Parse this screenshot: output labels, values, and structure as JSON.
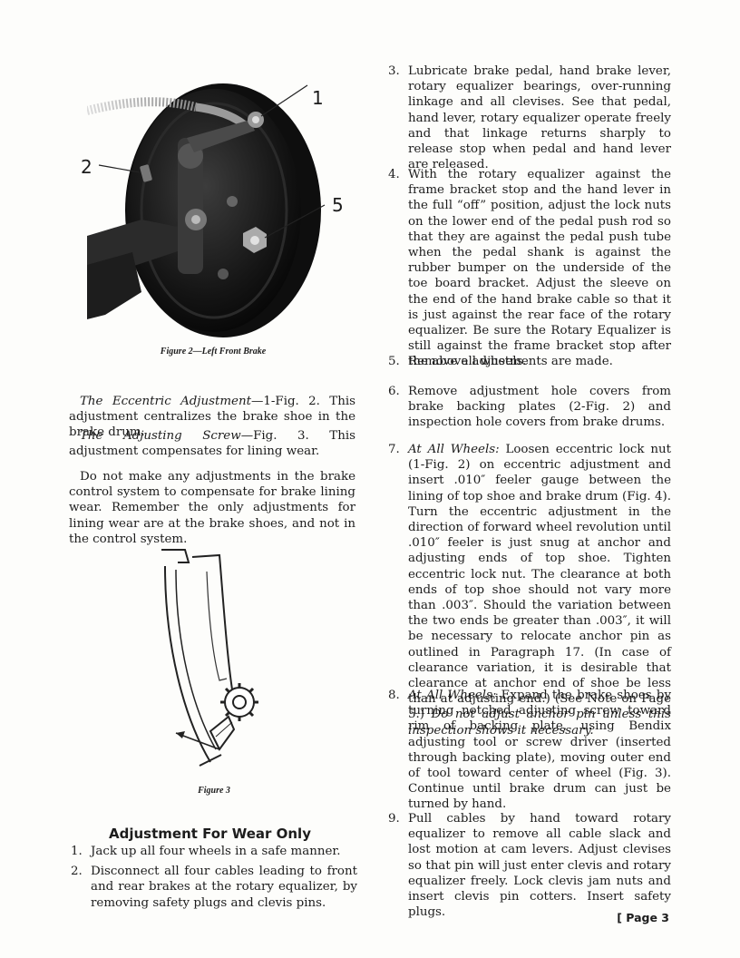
{
  "figure2": {
    "caption": "Figure 2—Left Front Brake",
    "callouts": [
      "1",
      "2",
      "5"
    ]
  },
  "figure3": {
    "caption": "Figure 3"
  },
  "left_paragraphs": {
    "eccentric_label": "The Eccentric Adjustment",
    "eccentric_text": "—1-Fig. 2. This adjustment centralizes the brake shoe in the brake drum.",
    "screw_label": "The Adjusting Screw",
    "screw_text": "—Fig. 3. This adjustment compensates for lining wear.",
    "warning": "Do not make any adjustments in the brake control system to compensate for brake lining wear. Remember the only adjustments for lining wear are at the brake shoes, and not in the control system."
  },
  "section_heading": "Adjustment For Wear Only",
  "left_steps": [
    {
      "num": "1.",
      "text": "Jack up all four wheels in a safe manner."
    },
    {
      "num": "2.",
      "text": "Disconnect all four cables leading to front and rear brakes at the rotary equalizer, by removing safety plugs and clevis pins."
    }
  ],
  "right_steps": {
    "s3": {
      "num": "3.",
      "text": "Lubricate brake pedal, hand brake lever, rotary equalizer bearings, over-running linkage and all clevises. See that pedal, hand lever, rotary equalizer operate freely and that linkage returns sharply to release stop when pedal and hand lever are released."
    },
    "s4": {
      "num": "4.",
      "text": "With the rotary equalizer against the frame bracket stop and the hand lever in the full “off” position, adjust the lock nuts on the lower end of the pedal push rod so that they are against the pedal push tube when the pedal shank is against the rubber bumper on the underside of the toe board bracket. Adjust the sleeve on the end of the hand brake cable so that it is just against the rear face of the rotary equalizer. Be sure the Rotary Equalizer is still against the frame bracket stop after the above adjustments are made."
    },
    "s5": {
      "num": "5.",
      "text": "Remove all wheels."
    },
    "s6": {
      "num": "6.",
      "text": "Remove adjustment hole covers from brake backing plates (2-Fig. 2) and inspection hole covers from brake drums."
    },
    "s7": {
      "num": "7.",
      "label": "At All Wheels:",
      "text": " Loosen eccentric lock nut (1-Fig. 2) on eccentric adjustment and insert .010″ feeler gauge between the lining of top shoe and brake drum (Fig. 4). Turn the eccentric adjustment in the direction of forward wheel revolution until .010″ feeler is just snug at anchor and adjusting ends of top shoe. Tighten eccentric lock nut. The clearance at both ends of top shoe should not vary more than .003″. Should the variation between the two ends be greater than .003″, it will be necessary to relocate anchor pin as outlined in Paragraph 17. (In case of clearance variation, it is desirable that clearance at anchor end of shoe be less than at adjusting end.) (See Note on Page 5.) ",
      "tail": "Do not adjust anchor pin unless this inspection shows it necessary."
    },
    "s8": {
      "num": "8.",
      "label": "At All Wheels:",
      "text": " Expand the brake shoes by turning notched adjusting screw toward rim of backing plate, using Bendix adjusting tool or screw driver (inserted through backing plate), moving outer end of tool toward center of wheel (Fig. 3). Continue until brake drum can just be turned by hand."
    },
    "s9": {
      "num": "9.",
      "text": "Pull cables by hand toward rotary equalizer to remove all cable slack and lost motion at cam levers. Adjust clevises so that pin will just enter clevis and rotary equalizer freely. Lock clevis jam nuts and insert clevis pin cotters. Insert safety plugs."
    }
  },
  "page_number": "[ Page 3"
}
